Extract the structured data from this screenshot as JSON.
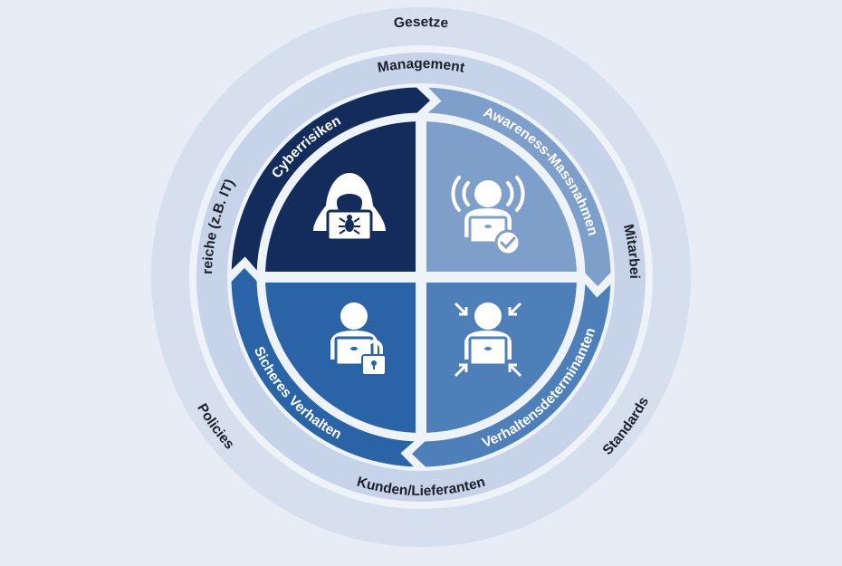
{
  "diagram": {
    "outer_ring": {
      "labels": [
        "Gesetze",
        "Standards",
        "Policies"
      ]
    },
    "middle_ring": {
      "labels": [
        "Management",
        "Mitarbeitende",
        "Kunden/Lieferanten",
        "Fachbereiche (z.B. IT)"
      ]
    },
    "cycle": [
      {
        "label": "Cyberrisiken",
        "icon": "hacker-laptop-bug-icon",
        "color": "#132c5b"
      },
      {
        "label": "Awareness-Massnahmen",
        "icon": "person-laptop-broadcast-check-icon",
        "color": "#7f9fcb"
      },
      {
        "label": "Verhaltensdeterminanten",
        "icon": "person-laptop-arrows-inward-icon",
        "color": "#4f7fb9"
      },
      {
        "label": "Sicheres Verhalten",
        "icon": "person-laptop-lock-icon",
        "color": "#2a63a6"
      }
    ],
    "colors": {
      "background": "#e7ecf6",
      "outer_band": "#d6dfee",
      "middle_band": "#c6d3e8",
      "separator": "#eef2f9",
      "label_dark": "#1b1f2a"
    }
  }
}
